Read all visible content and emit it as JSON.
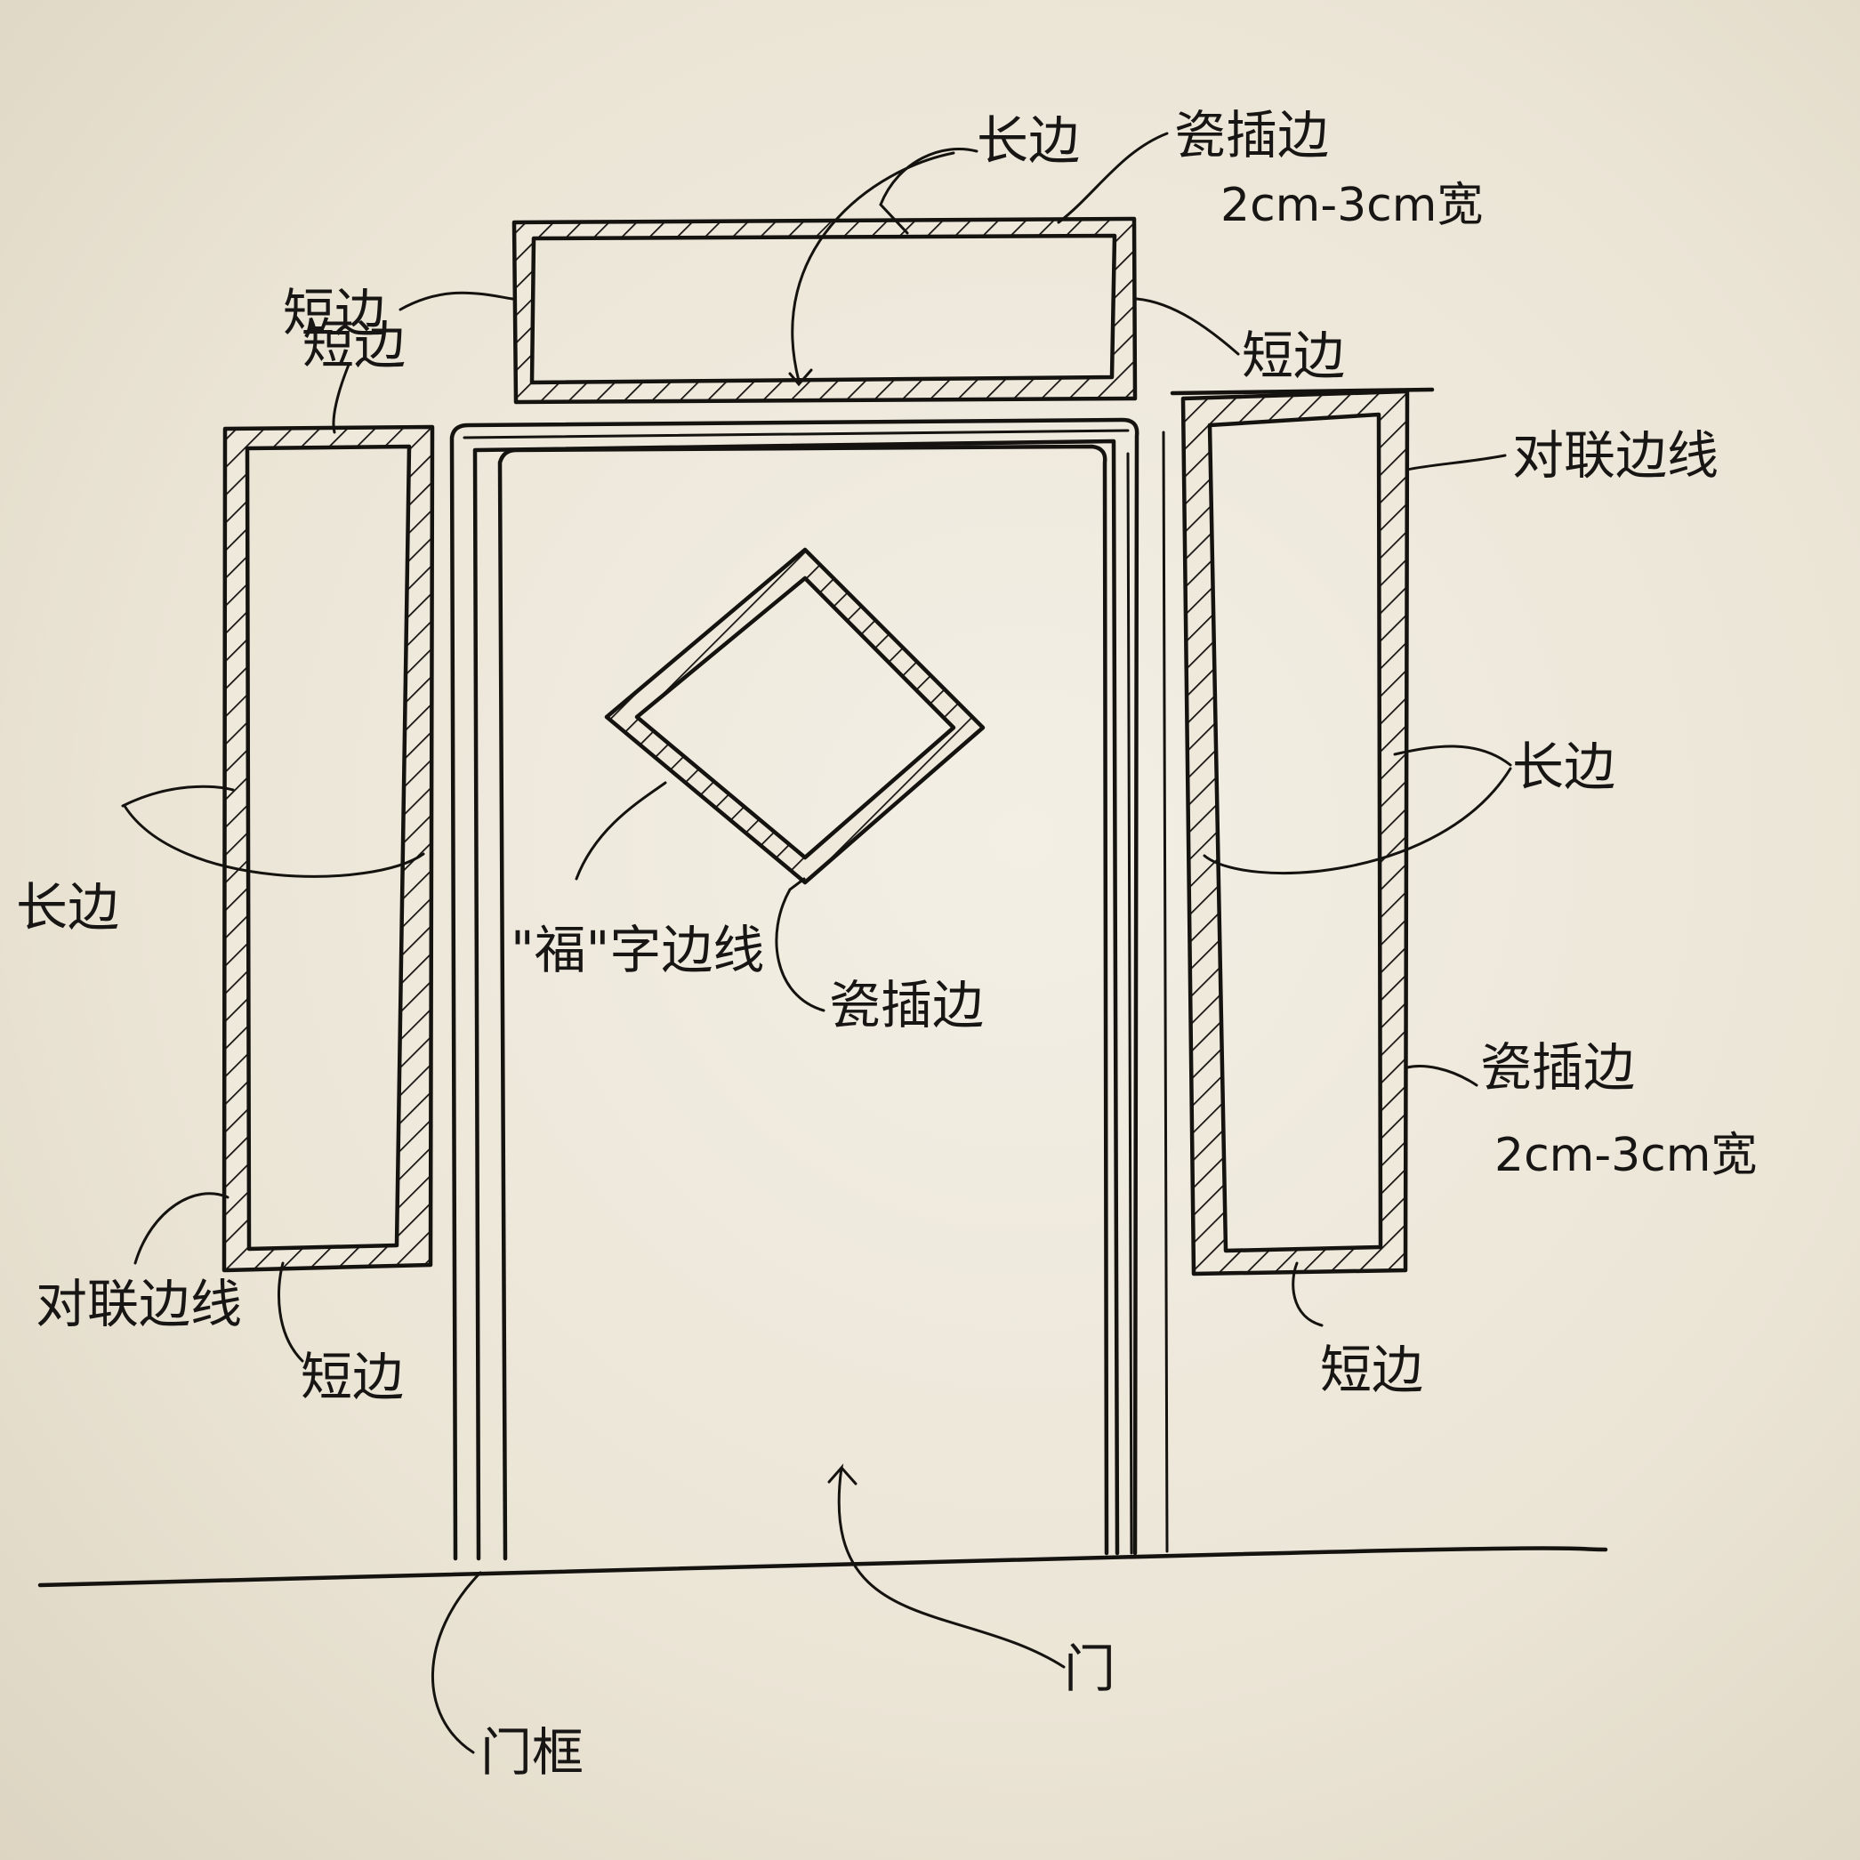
{
  "diagram": {
    "colors": {
      "paper": "#ece6d6",
      "ink": "#151310"
    },
    "labels": {
      "top_long_side": "长边",
      "top_trim_width": "瓷插边",
      "top_trim_size": "2cm-3cm宽",
      "top_left_short": "短边",
      "top_right_short": "短边",
      "left_panel_short_top": "短边",
      "left_long_side": "长边",
      "left_couplet_border": "对联边线",
      "left_short_bottom": "短边",
      "right_couplet_border": "对联边线",
      "right_long_side": "长边",
      "right_trim_width": "瓷插边",
      "right_trim_size": "2cm-3cm宽",
      "right_short_bottom": "短边",
      "fu_border": "\"福\"字边线",
      "fu_trim": "瓷插边",
      "door_frame": "门框",
      "door": "门"
    }
  }
}
